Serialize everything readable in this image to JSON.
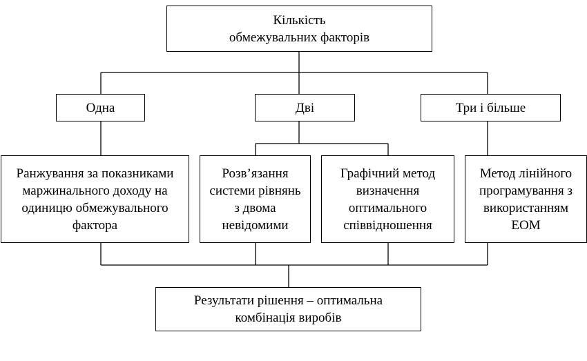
{
  "diagram": {
    "root": {
      "line1": "Кількість",
      "line2": "обмежувальних факторів"
    },
    "level1": {
      "one": "Одна",
      "two": "Дві",
      "three": "Три і більше"
    },
    "methods": {
      "ranking": {
        "line1": "Ранжування за показниками",
        "line2": "маржинального доходу на",
        "line3": "одиницю обмежувального",
        "line4": "фактора"
      },
      "equations": {
        "line1": "Розв’язання",
        "line2": "системи рівнянь",
        "line3": "з двома",
        "line4": "невідомими"
      },
      "graphical": {
        "line1": "Графічний метод",
        "line2": "визначення",
        "line3": "оптимального",
        "line4": "співвідношення"
      },
      "linear": {
        "line1": "Метод лінійного",
        "line2": "програмування з",
        "line3": "використанням",
        "line4": "ЕОМ"
      }
    },
    "result": {
      "line1": "Результати рішення – оптимальна",
      "line2": "комбінація виробів"
    }
  }
}
